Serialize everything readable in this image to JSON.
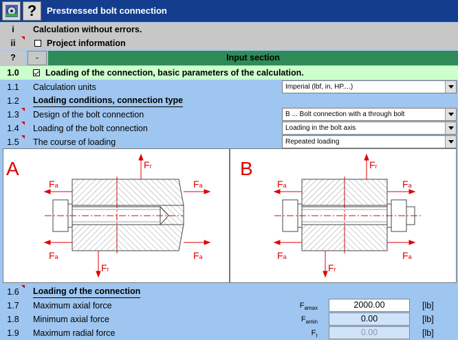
{
  "title": "Prestressed bolt connection",
  "toolbar": {
    "help_label": "?"
  },
  "rows": {
    "status": {
      "num": "i",
      "text": "Calculation without errors."
    },
    "project": {
      "num": "ii",
      "text": "Project information"
    },
    "input": {
      "num": "?",
      "dash": "-",
      "text": "Input section"
    },
    "loading_main": {
      "num": "1.0",
      "text": "Loading of the connection, basic parameters of the calculation."
    },
    "units": {
      "num": "1.1",
      "text": "Calculation units",
      "value": "Imperial (lbf, in, HP....)"
    },
    "conditions": {
      "num": "1.2",
      "text": "Loading conditions, connection type"
    },
    "design": {
      "num": "1.3",
      "text": "Design of the bolt connection",
      "value": "B ... Bolt connection with a through bolt"
    },
    "loading": {
      "num": "1.4",
      "text": "Loading of the bolt connection",
      "value": "Loading in the bolt axis"
    },
    "course": {
      "num": "1.5",
      "text": "The course of loading",
      "value": "Repeated loading"
    },
    "loading_conn": {
      "num": "1.6",
      "text": "Loading of the connection"
    },
    "fmax": {
      "num": "1.7",
      "text": "Maximum axial force",
      "sym": "F",
      "sub": "amax",
      "value": "2000.00",
      "unit": "[lb]"
    },
    "fmin": {
      "num": "1.8",
      "text": "Minimum axial force",
      "sym": "F",
      "sub": "amin",
      "value": "0.00",
      "unit": "[lb]"
    },
    "frad": {
      "num": "1.9",
      "text": "Maximum radial force",
      "sym": "F",
      "sub": "r",
      "value": "0.00",
      "unit": "[lb]"
    }
  },
  "figures": {
    "a": {
      "label": "A",
      "fa": "F",
      "fa_sub": "a",
      "fr": "F",
      "fr_sub": "r"
    },
    "b": {
      "label": "B",
      "fa": "F",
      "fa_sub": "a",
      "fr": "F",
      "fr_sub": "r"
    }
  },
  "colors": {
    "title_bar": "#143d8d",
    "background": "#9fc6f0",
    "header_gray": "#c7c7c7",
    "input_green": "#2e8b57",
    "highlight_row": "#ccffcc",
    "diagram_red": "#e00000"
  }
}
